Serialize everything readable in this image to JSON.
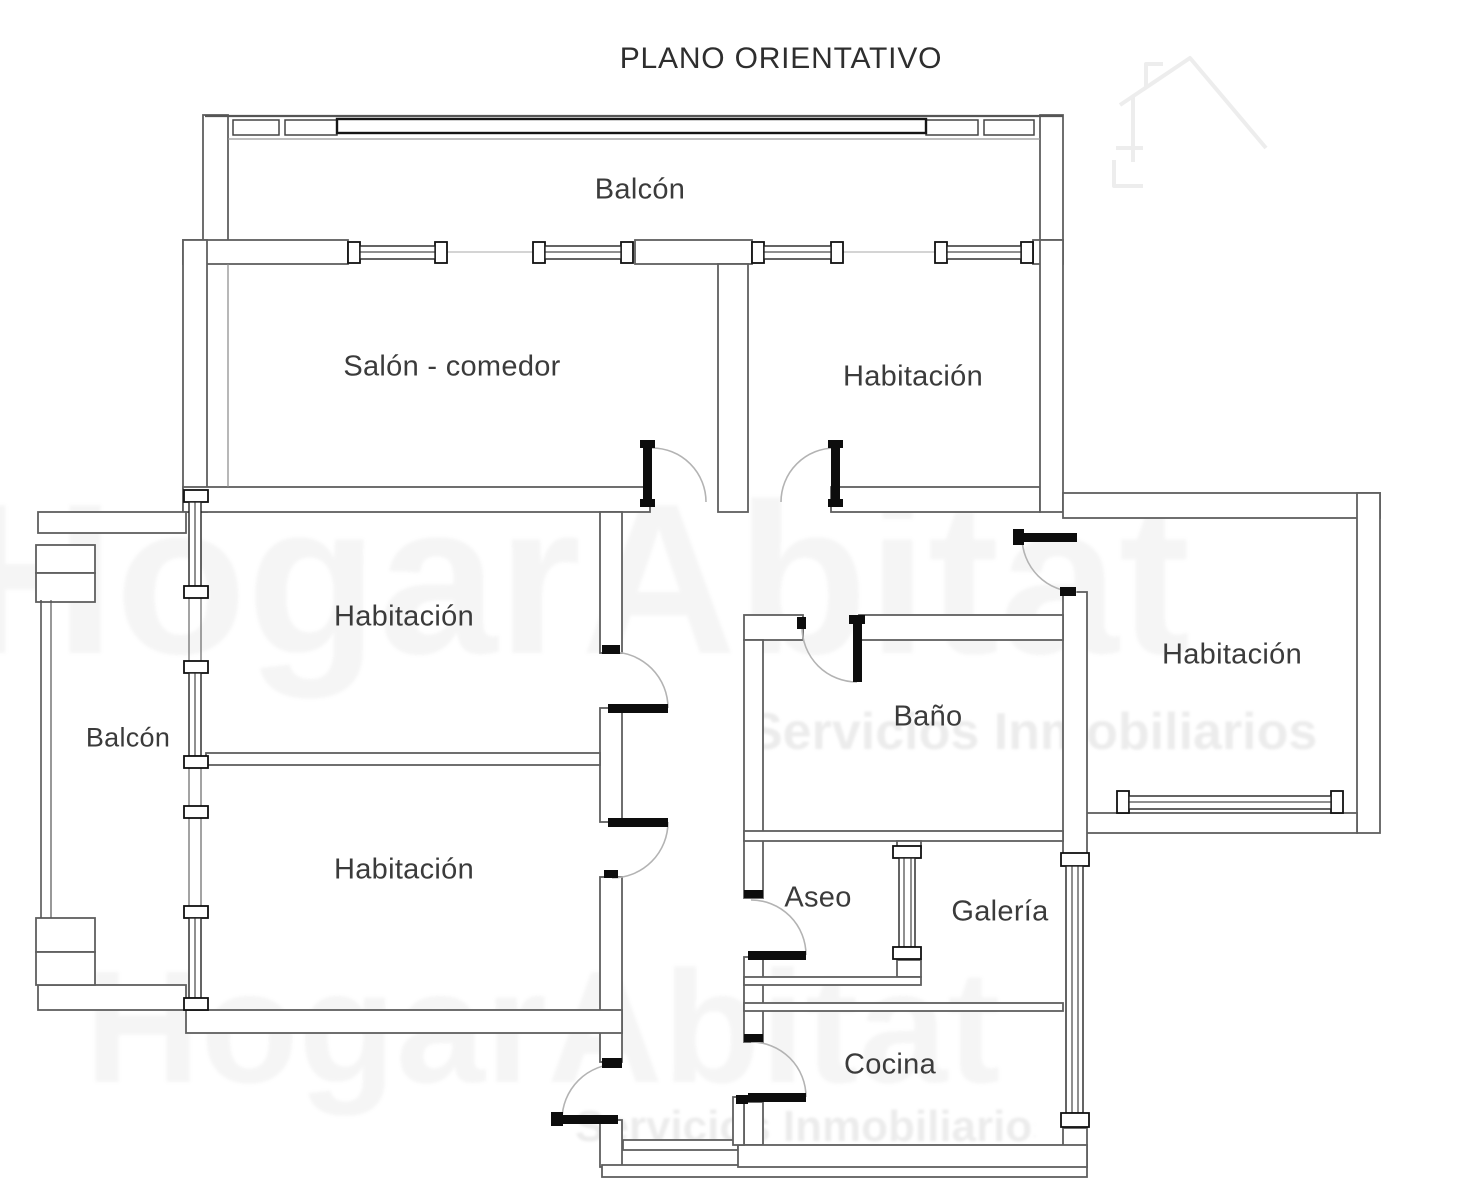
{
  "title": "PLANO ORIENTATIVO",
  "rooms": {
    "balcon_top": "Balcón",
    "salon": "Salón - comedor",
    "habitacion_top": "Habitación",
    "habitacion_mid": "Habitación",
    "balcon_left": "Balcón",
    "habitacion_low": "Habitación",
    "habitacion_right": "Habitación",
    "bano": "Baño",
    "aseo": "Aseo",
    "galeria": "Galería",
    "cocina": "Cocina"
  },
  "watermark": {
    "brand": "HogarAbitat",
    "tagline": "Servicios Inmobiliarios"
  },
  "colors": {
    "background": "#ffffff",
    "wall": "#5f5f5f",
    "door_leaf": "#0d0d0d",
    "door_arc": "#b3b3b3",
    "window_frame": "#1a1a1a",
    "label_text": "#3b3b3b"
  }
}
